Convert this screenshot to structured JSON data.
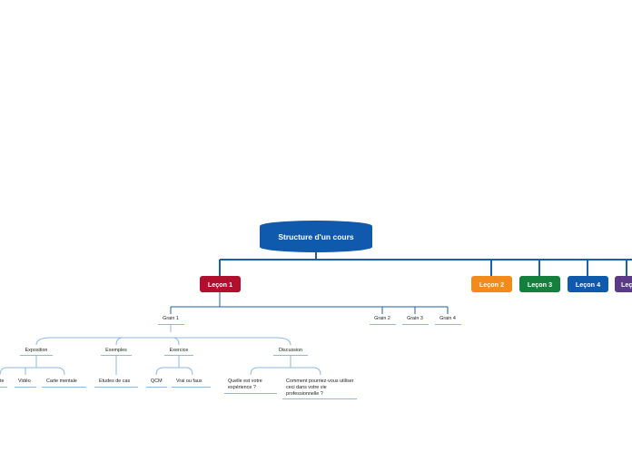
{
  "root": {
    "label": "Structure d'un cours",
    "color": "#0f5aad"
  },
  "lessons": [
    {
      "label": "Leçon 1",
      "color": "#b0102e"
    },
    {
      "label": "Leçon 2",
      "color": "#f28a1c"
    },
    {
      "label": "Leçon 3",
      "color": "#15803d"
    },
    {
      "label": "Leçon 4",
      "color": "#0f5aad"
    },
    {
      "label": "Leç",
      "color": "#5b3a86"
    }
  ],
  "grains": [
    "Grain 1",
    "Grain 2",
    "Grain 3",
    "Grain 4"
  ],
  "activities": [
    "Exposition",
    "Exemples",
    "Exercice",
    "Discussion"
  ],
  "exposition_items": [
    "te",
    "Vidéo",
    "Carte mentale"
  ],
  "exemples_items": [
    "Etudes de cas"
  ],
  "exercice_items": [
    "QCM",
    "Vrai ou faux"
  ],
  "discussion_items": [
    "Quelle est votre expérience ?",
    "Comment pourriez-vous utiliser ceci dans votre vie professionnelle ?"
  ],
  "colors": {
    "connector_main": "#1a5fa8",
    "connector_light": "#8db9e3"
  }
}
